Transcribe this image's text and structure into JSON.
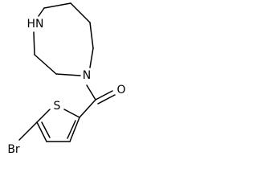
{
  "structure": {
    "atoms": {
      "nh": "HN",
      "n": "N",
      "o": "O",
      "s": "S",
      "br": "Br"
    },
    "colors": {
      "background": "#ffffff",
      "bond": "#000000",
      "label": "#000000"
    }
  }
}
